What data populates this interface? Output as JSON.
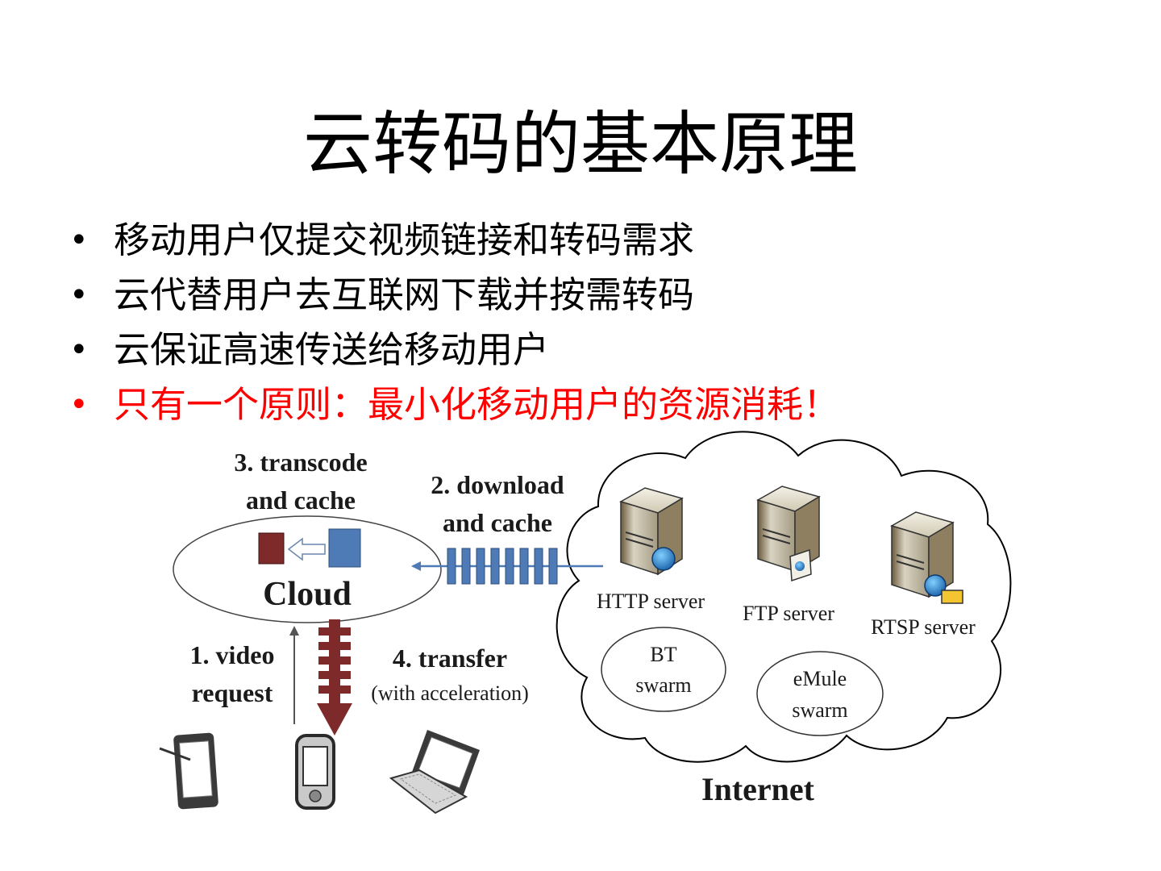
{
  "slide": {
    "title": "云转码的基本原理",
    "bullets": [
      {
        "text": "移动用户仅提交视频链接和转码需求",
        "color": "#000000"
      },
      {
        "text": "云代替用户去互联网下载并按需转码",
        "color": "#000000"
      },
      {
        "text": "云保证高速传送给移动用户",
        "color": "#000000"
      },
      {
        "text": "只有一个原则：最小化移动用户的资源消耗！",
        "color": "#ff0000"
      }
    ]
  },
  "diagram": {
    "cloud_label": "Cloud",
    "internet_label": "Internet",
    "steps": {
      "transcode": [
        "3. transcode",
        "and cache"
      ],
      "download": [
        "2. download",
        "and cache"
      ],
      "request": [
        "1. video",
        "request"
      ],
      "transfer": "4. transfer",
      "transfer_note": "(with acceleration)"
    },
    "servers": {
      "http": "HTTP server",
      "ftp": "FTP server",
      "rtsp": "RTSP server"
    },
    "swarms": {
      "bt": [
        "BT",
        "swarm"
      ],
      "emule": [
        "eMule",
        "swarm"
      ]
    },
    "colors": {
      "accent_blue": "#4e7bb5",
      "accent_darkred": "#7f2a2a",
      "highlight_red": "#ff0000"
    },
    "icons": [
      "tablet-icon",
      "phone-icon",
      "laptop-icon",
      "server-icon",
      "globe-icon",
      "folder-icon"
    ]
  }
}
